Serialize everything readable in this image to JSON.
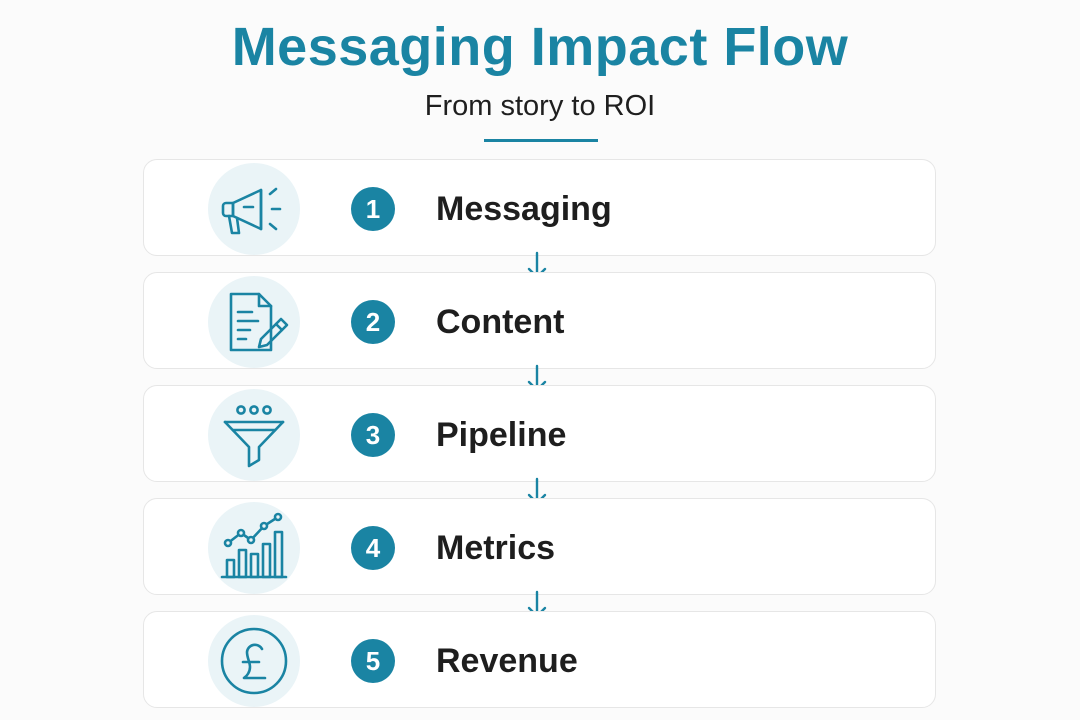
{
  "header": {
    "title": "Messaging Impact Flow",
    "subtitle": "From story to ROI"
  },
  "steps": [
    {
      "number": "1",
      "label": "Messaging",
      "icon": "megaphone-icon"
    },
    {
      "number": "2",
      "label": "Content",
      "icon": "document-edit-icon"
    },
    {
      "number": "3",
      "label": "Pipeline",
      "icon": "funnel-icon"
    },
    {
      "number": "4",
      "label": "Metrics",
      "icon": "chart-growth-icon"
    },
    {
      "number": "5",
      "label": "Revenue",
      "icon": "pound-coin-icon"
    }
  ],
  "colors": {
    "accent": "#1a84a3",
    "icon_background": "#eaf4f7",
    "card_border": "#e6e6e6",
    "text": "#1e1e1e"
  }
}
